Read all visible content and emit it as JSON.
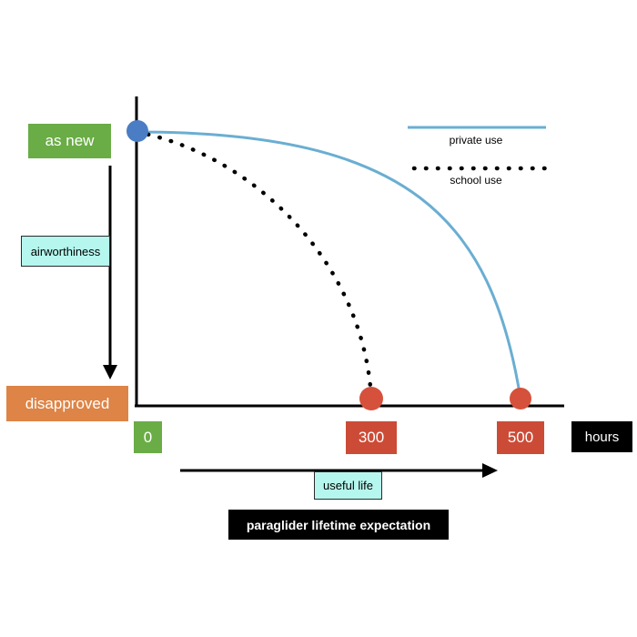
{
  "labels": {
    "as_new": "as new",
    "disapproved": "disapproved",
    "airworthiness": "airworthiness",
    "useful_life": "useful life",
    "hours": "hours",
    "caption": "paraglider lifetime expectation"
  },
  "ticks": [
    "0",
    "300",
    "500"
  ],
  "legend": {
    "private": "private use",
    "school": "school use"
  },
  "colors": {
    "private_line": "#6aaed2",
    "school_line": "#000000",
    "start_point": "#4a7dc3",
    "end_point": "#d5513c",
    "green": "#6aac46",
    "orange": "#dd8446",
    "red": "#cc4b37",
    "cyan": "#b5f7ee"
  },
  "chart_data": {
    "type": "line",
    "xlabel": "hours",
    "x_ticks": [
      0,
      300,
      500
    ],
    "y_levels": [
      "as new",
      "disapproved"
    ],
    "series": [
      {
        "name": "private use",
        "style": "solid",
        "start_hours": 0,
        "end_hours": 500
      },
      {
        "name": "school use",
        "style": "dotted",
        "start_hours": 0,
        "end_hours": 300
      }
    ]
  }
}
